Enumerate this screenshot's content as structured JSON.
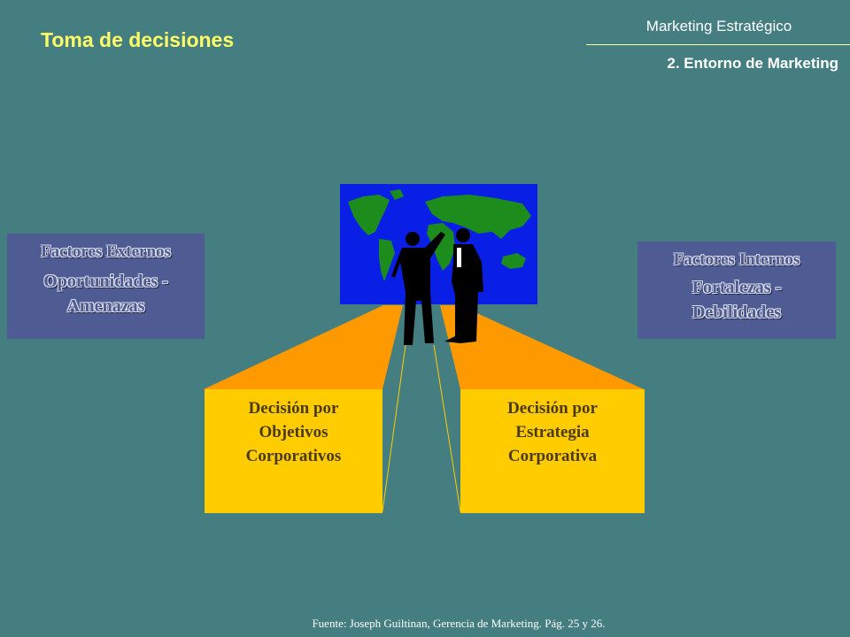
{
  "header": {
    "title": "Toma de decisiones",
    "course": "Marketing Estratégico",
    "section": "2. Entorno de Marketing"
  },
  "external_factors": {
    "heading": "Factores Externos",
    "line1": "Oportunidades -",
    "line2": "Amenazas"
  },
  "internal_factors": {
    "heading": "Factores Internos",
    "line1": "Fortalezas -",
    "line2": "Debilidades"
  },
  "decision_left": {
    "line1": "Decisión por",
    "line2": "Objetivos",
    "line3": "Corporativos"
  },
  "decision_right": {
    "line1": "Decisión por",
    "line2": "Estrategia",
    "line3": "Corporativa"
  },
  "footer": {
    "source": "Fuente: Joseph Guiltinan, Gerencia de Marketing. Pág. 25 y 26."
  },
  "colors": {
    "background": "#457e80",
    "title": "#ffff66",
    "side_box": "#4f5c93",
    "decision_box": "#ffcc00",
    "beam": "#ff9900",
    "map_ocean": "#0a1fe6",
    "map_land": "#1c8c1c"
  },
  "icons": [
    "world-map-icon",
    "businessmen-silhouette-icon"
  ]
}
